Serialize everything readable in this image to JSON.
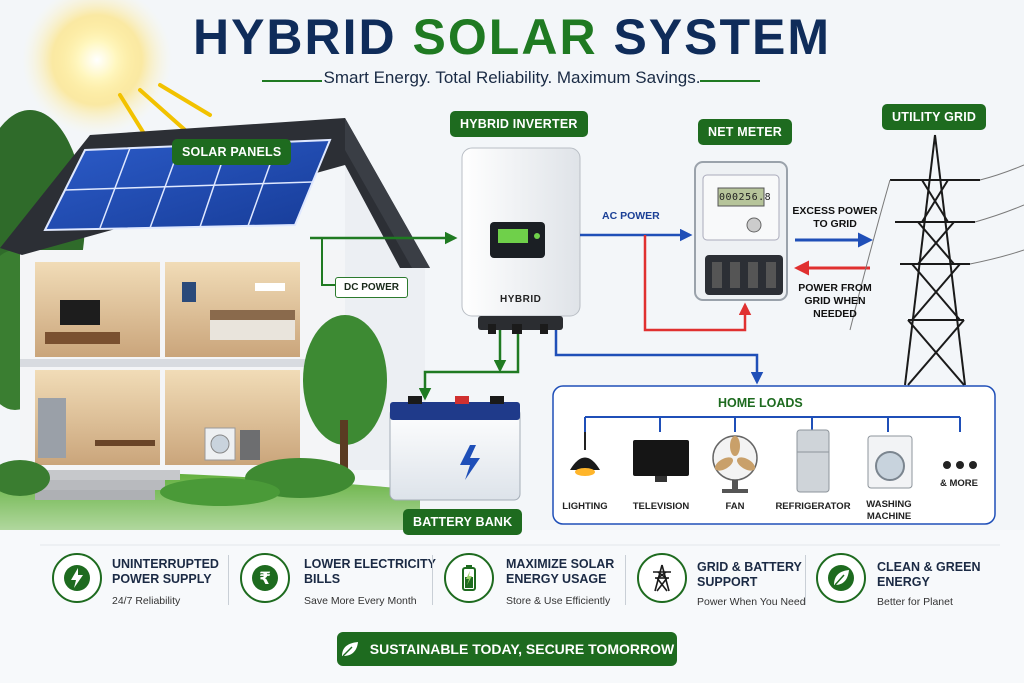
{
  "title": {
    "part1": "HYBRID ",
    "part2": "SOLAR",
    "part3": " SYSTEM"
  },
  "subtitle": "Smart Energy. Total Reliability. Maximum Savings.",
  "components": {
    "solar_panels": "SOLAR PANELS",
    "hybrid_inverter": "HYBRID INVERTER",
    "inverter_brand": "HYBRID",
    "net_meter": "NET METER",
    "meter_reading": "000256.8",
    "utility_grid": "UTILITY GRID",
    "battery_bank": "BATTERY BANK"
  },
  "flows": {
    "dc_power": "DC POWER",
    "ac_power": "AC POWER",
    "excess_power": "EXCESS POWER\nTO GRID",
    "power_from_grid": "POWER FROM\nGRID WHEN\nNEEDED"
  },
  "home_loads": {
    "title": "HOME LOADS",
    "items": [
      {
        "label": "LIGHTING",
        "icon": "lamp-icon"
      },
      {
        "label": "TELEVISION",
        "icon": "tv-icon"
      },
      {
        "label": "FAN",
        "icon": "fan-icon"
      },
      {
        "label": "REFRIGERATOR",
        "icon": "fridge-icon"
      },
      {
        "label": "WASHING\nMACHINE",
        "icon": "washer-icon"
      },
      {
        "label": "& MORE",
        "icon": "more-icon"
      }
    ]
  },
  "benefits": [
    {
      "title": "UNINTERRUPTED\nPOWER SUPPLY",
      "sub": "24/7 Reliability",
      "icon": "bolt-leaf-icon"
    },
    {
      "title": "LOWER ELECTRICITY\nBILLS",
      "sub": "Save More Every Month",
      "icon": "rupee-icon"
    },
    {
      "title": "MAXIMIZE SOLAR\nENERGY USAGE",
      "sub": "Store & Use Efficiently",
      "icon": "battery-icon"
    },
    {
      "title": "GRID & BATTERY\nSUPPORT",
      "sub": "Power When You Need",
      "icon": "tower-icon"
    },
    {
      "title": "CLEAN & GREEN\nENERGY",
      "sub": "Better for Planet",
      "icon": "leaf-icon"
    }
  ],
  "footer": "SUSTAINABLE TODAY, SECURE TOMORROW",
  "colors": {
    "green": "#1e6b1f",
    "navy": "#0f2c5a",
    "blue_flow": "#1f4fb8",
    "red_flow": "#e03030"
  }
}
